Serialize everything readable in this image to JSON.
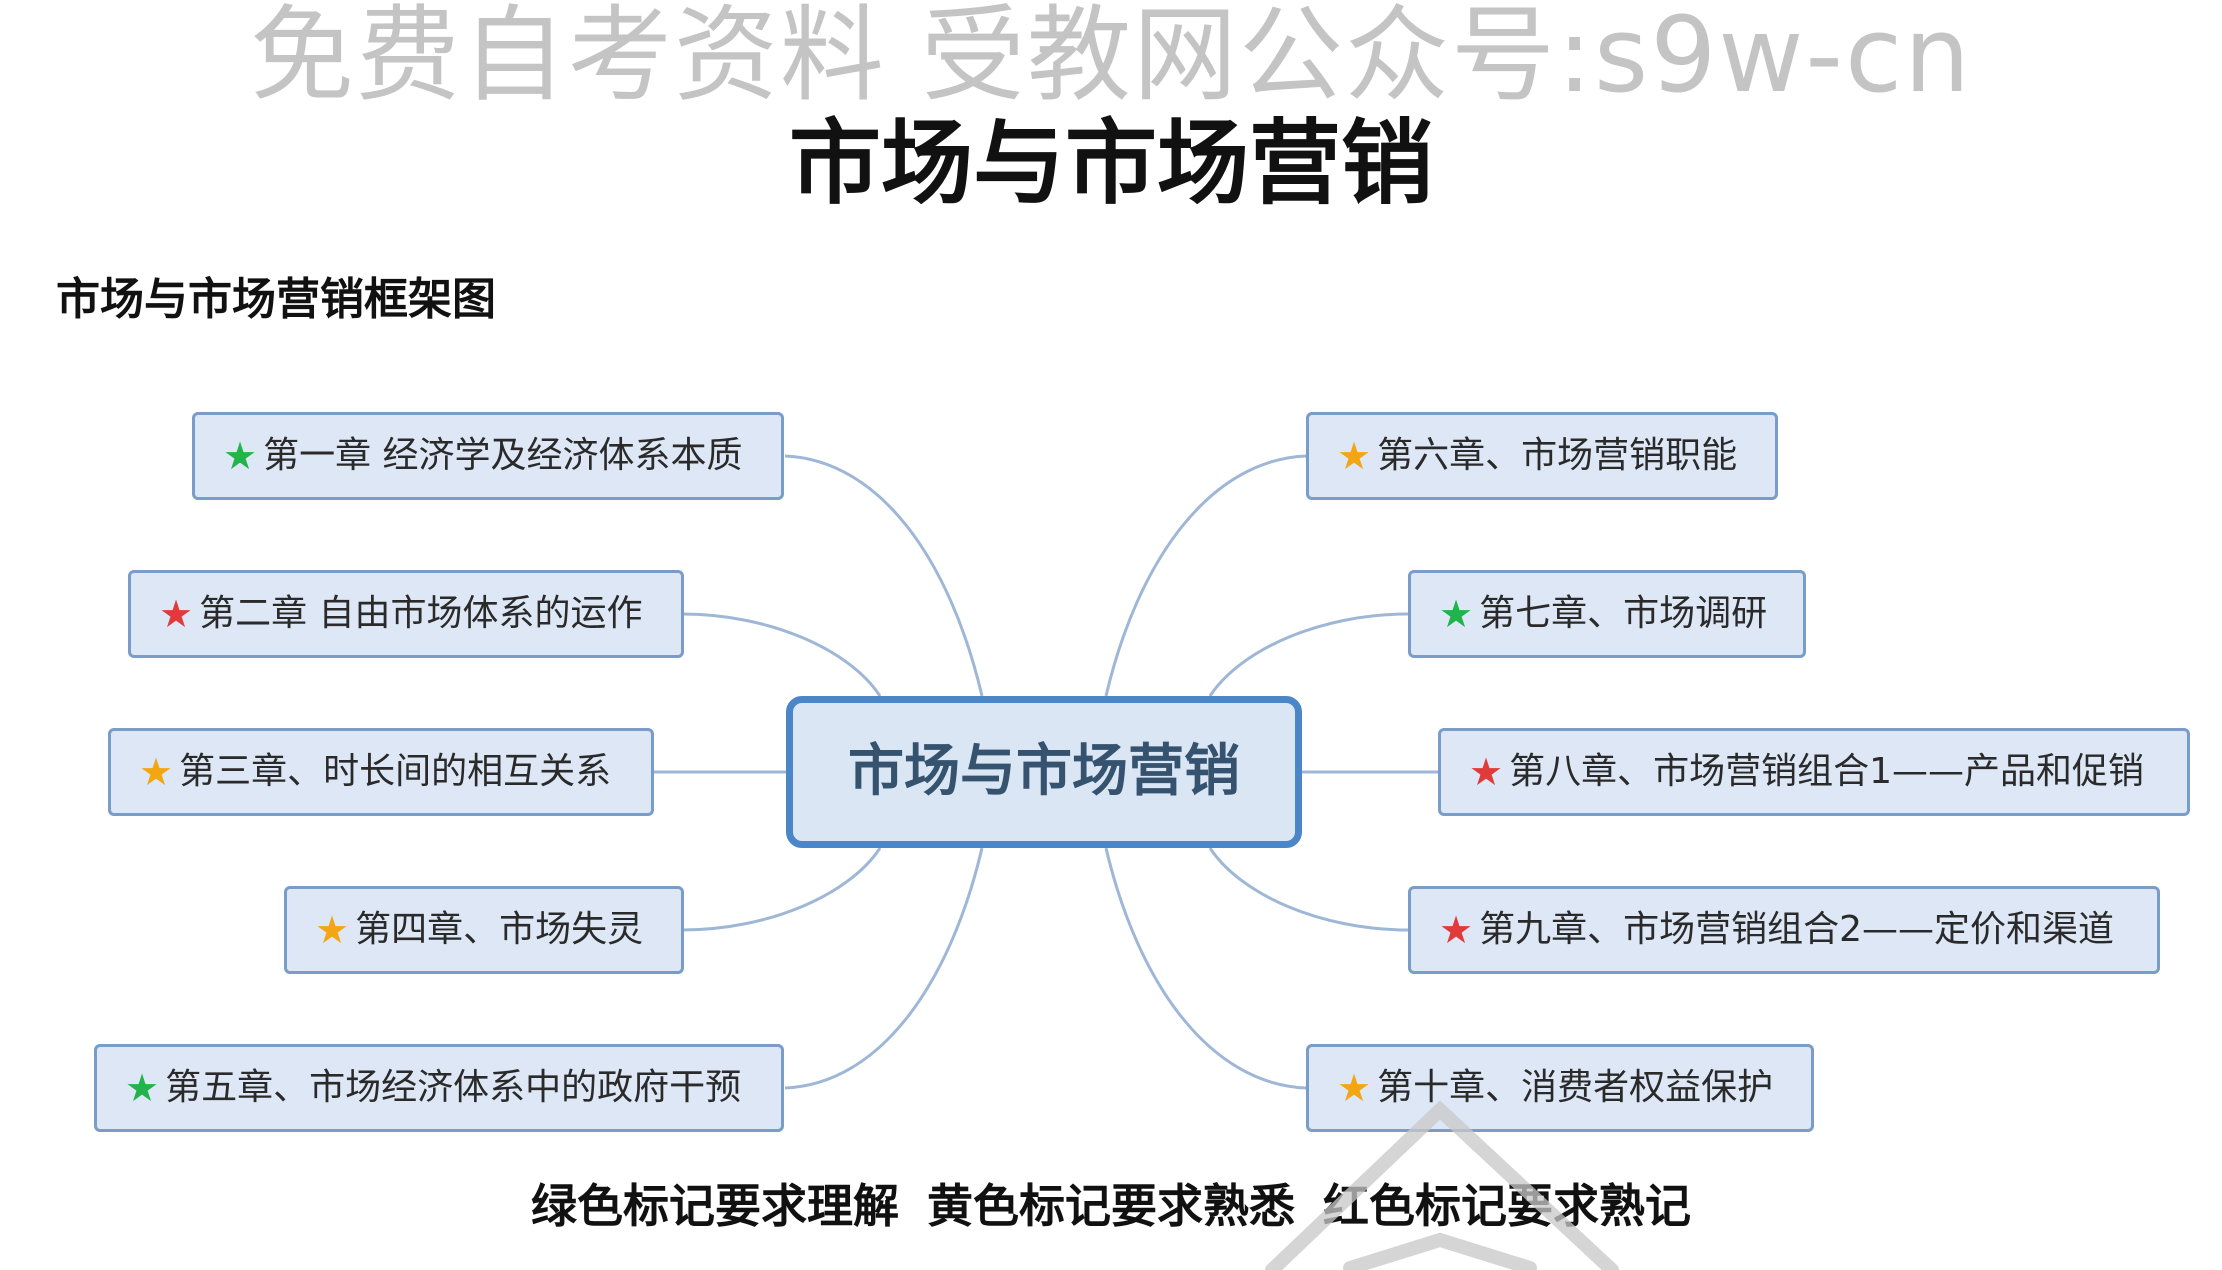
{
  "watermark": "免费自考资料 受教网公众号:s9w-cn",
  "page_title": "市场与市场营销",
  "section_heading": "市场与市场营销框架图",
  "center_node": "市场与市场营销",
  "nodes": [
    {
      "label": "第一章 经济学及经济体系本质",
      "star": "green"
    },
    {
      "label": "第二章 自由市场体系的运作",
      "star": "red"
    },
    {
      "label": "第三章、时长间的相互关系",
      "star": "yellow"
    },
    {
      "label": "第四章、市场失灵",
      "star": "yellow"
    },
    {
      "label": "第五章、市场经济体系中的政府干预",
      "star": "green"
    },
    {
      "label": "第六章、市场营销职能",
      "star": "yellow"
    },
    {
      "label": "第七章、市场调研",
      "star": "green"
    },
    {
      "label": "第八章、市场营销组合1——产品和促销",
      "star": "red"
    },
    {
      "label": "第九章、市场营销组合2——定价和渠道",
      "star": "red"
    },
    {
      "label": "第十章、消费者权益保护",
      "star": "yellow"
    }
  ],
  "legend": {
    "green": "绿色标记要求理解",
    "yellow": "黄色标记要求熟悉",
    "red": "红色标记要求熟记"
  },
  "colors": {
    "green_star": "#22b34a",
    "yellow_star": "#f2a614",
    "red_star": "#e03a3a",
    "node_border": "#7a9cc8",
    "node_fill": "#dde7f5",
    "center_border": "#4b86c9",
    "connector": "#9fb7d6"
  }
}
